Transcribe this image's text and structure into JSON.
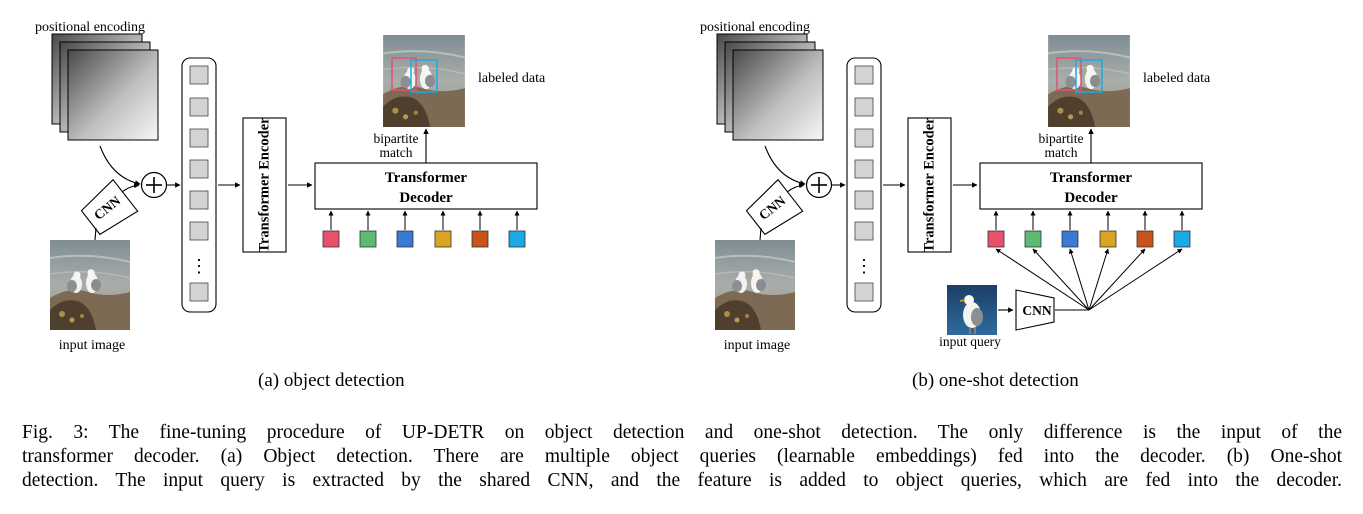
{
  "panels": {
    "a": {
      "caption": "(a) object detection",
      "positional_encoding": "positional encoding",
      "cnn": "CNN",
      "input_image": "input image",
      "encoder": "Transformer Encoder",
      "decoder": [
        "Transformer",
        "Decoder"
      ],
      "bipartite": [
        "bipartite",
        "match"
      ],
      "labeled_data": "labeled data",
      "ellipsis": "⋮"
    },
    "b": {
      "caption": "(b) one-shot detection",
      "positional_encoding": "positional encoding",
      "cnn": "CNN",
      "input_image": "input image",
      "encoder": "Transformer Encoder",
      "decoder": [
        "Transformer",
        "Decoder"
      ],
      "bipartite": [
        "bipartite",
        "match"
      ],
      "labeled_data": "labeled data",
      "ellipsis": "⋮",
      "query_cnn": "CNN",
      "input_query": "input query"
    }
  },
  "query_colors": [
    "#e8506e",
    "#5cba72",
    "#3a7ad6",
    "#d9a521",
    "#c7541a",
    "#1ba9e6"
  ],
  "caption_lines": [
    "Fig. 3: The fine-tuning procedure of UP-DETR on object detection and one-shot detection. The only difference is the input of the",
    "transformer decoder. (a) Object detection. There are multiple object queries (learnable embeddings) fed into the decoder. (b) One-shot",
    "detection. The input query is extracted by the shared CNN, and the feature is added to object queries, which are fed into the decoder."
  ]
}
